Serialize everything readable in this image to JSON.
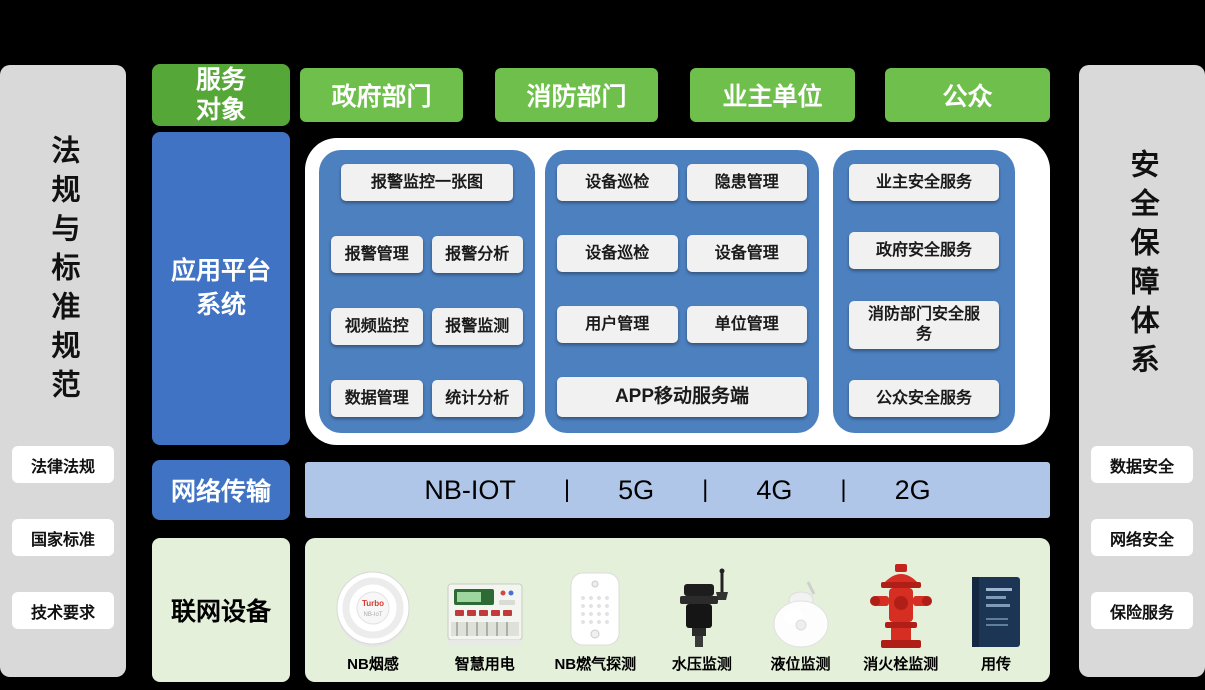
{
  "left_panel": {
    "title": "法规与标准规范",
    "items": [
      {
        "label": "法律法规"
      },
      {
        "label": "国家标准"
      },
      {
        "label": "技术要求"
      }
    ]
  },
  "right_panel": {
    "title": "安全保障体系",
    "items": [
      {
        "label": "数据安全"
      },
      {
        "label": "网络安全"
      },
      {
        "label": "保险服务"
      }
    ]
  },
  "service_row": {
    "label": "服务对象",
    "items": [
      {
        "label": "政府部门"
      },
      {
        "label": "消防部门"
      },
      {
        "label": "业主单位"
      },
      {
        "label": "公众"
      }
    ]
  },
  "platform": {
    "label": "应用平台系统",
    "group1": [
      "报警监控一张图",
      "报警管理",
      "报警分析",
      "视频监控",
      "报警监测",
      "数据管理",
      "统计分析"
    ],
    "group2": [
      "设备巡检",
      "隐患管理",
      "设备巡检",
      "设备管理",
      "用户管理",
      "单位管理",
      "APP移动服务端"
    ],
    "group3": [
      "业主安全服务",
      "政府安全服务",
      "消防部门安全服务",
      "公众安全服务"
    ]
  },
  "network": {
    "label": "网络传输",
    "separator": "|",
    "items": [
      "NB-IOT",
      "5G",
      "4G",
      "2G"
    ]
  },
  "devices": {
    "label": "联网设备",
    "items": [
      {
        "name": "NB烟感",
        "icon": "smoke-detector"
      },
      {
        "name": "智慧用电",
        "icon": "smart-power-meter"
      },
      {
        "name": "NB燃气探测",
        "icon": "gas-detector"
      },
      {
        "name": "水压监测",
        "icon": "water-pressure-sensor"
      },
      {
        "name": "液位监测",
        "icon": "liquid-level-sensor"
      },
      {
        "name": "消火栓监测",
        "icon": "fire-hydrant"
      },
      {
        "name": "用传",
        "icon": "transmission-device"
      }
    ]
  },
  "colors": {
    "background": "#000000",
    "panel_gray": "#d9d9d9",
    "green_dark": "#55a738",
    "green": "#6fbf4c",
    "blue": "#4173c4",
    "blue_group": "#4d80bf",
    "blue_light": "#afc6e9",
    "green_light": "#e4f0da",
    "module_bg": "#f1f1f1"
  }
}
